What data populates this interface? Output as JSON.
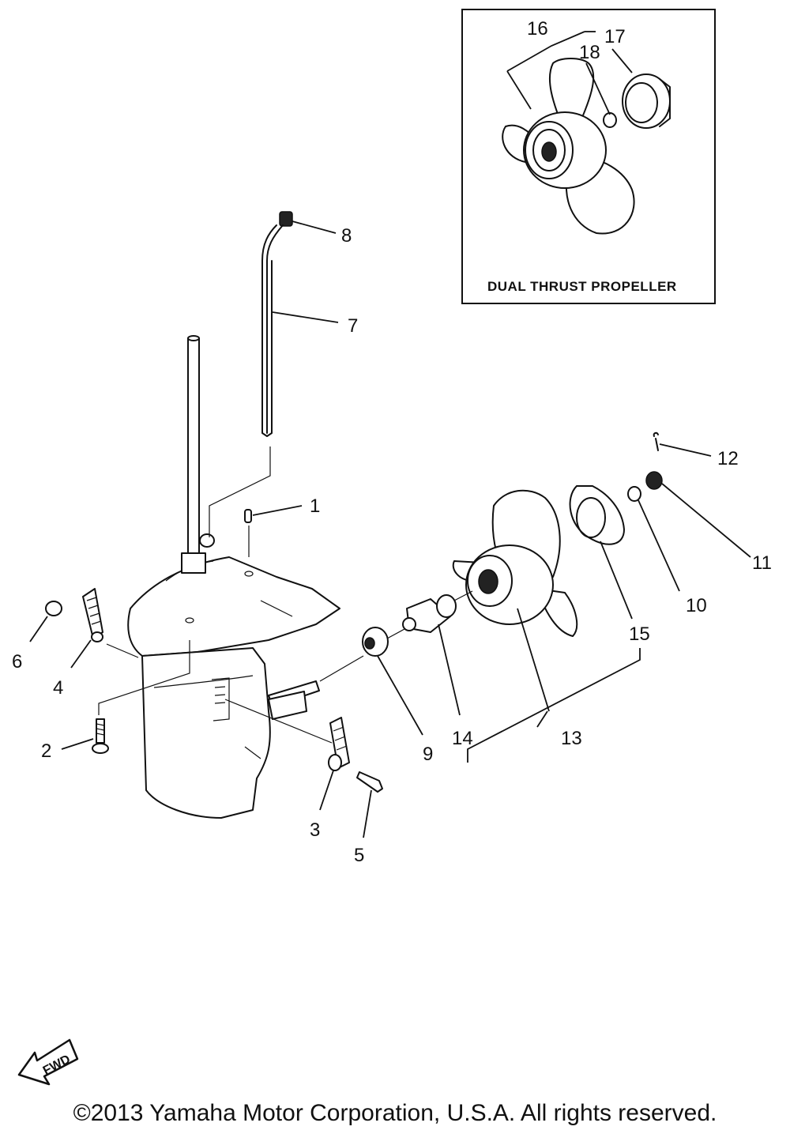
{
  "inset": {
    "title": "DUAL THRUST PROPELLER"
  },
  "callouts": {
    "c1": "1",
    "c2": "2",
    "c3": "3",
    "c4": "4",
    "c5": "5",
    "c6": "6",
    "c7": "7",
    "c8": "8",
    "c9": "9",
    "c10": "10",
    "c11": "11",
    "c12": "12",
    "c13": "13",
    "c14": "14",
    "c15": "15",
    "c16": "16",
    "c17": "17",
    "c18": "18"
  },
  "fwd_label": "FWD",
  "copyright": "©2013 Yamaha Motor Corporation, U.S.A. All rights reserved."
}
